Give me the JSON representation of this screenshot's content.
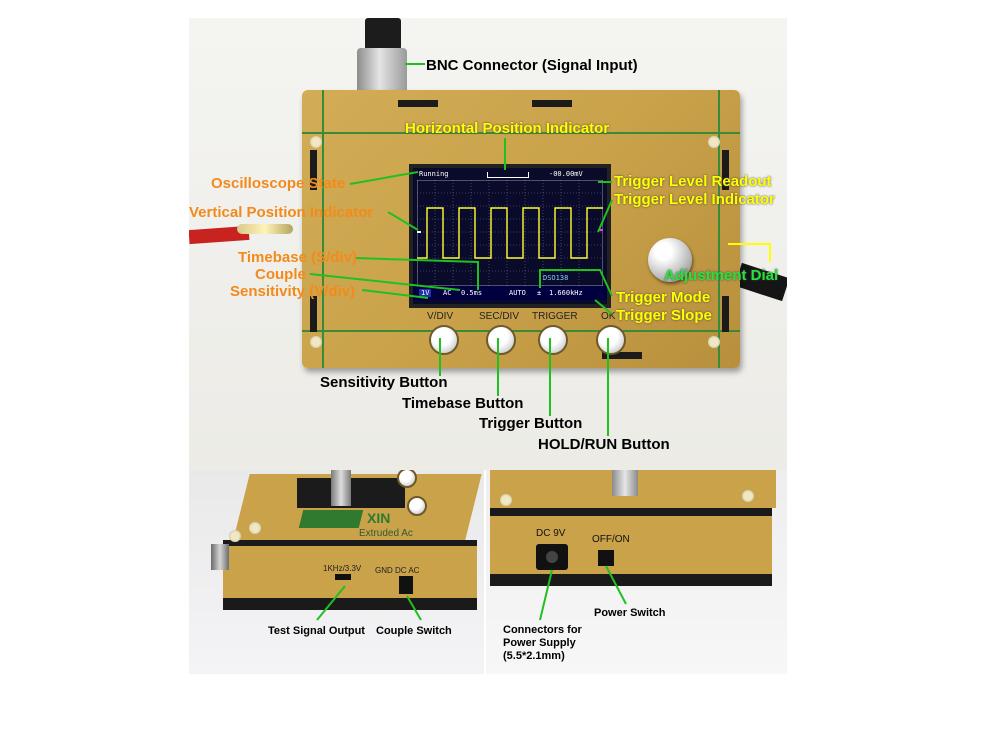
{
  "top_labels": {
    "bnc": "BNC Connector (Signal Input)",
    "horizontal_position": "Horizontal Position Indicator",
    "oscilloscope_state": "Oscilloscope State",
    "trigger_level_readout": "Trigger Level Readout",
    "trigger_level_indicator": "Trigger Level Indicator",
    "vertical_position": "Vertical Position Indicator",
    "timebase": "Timebase (S/div)",
    "couple": "Couple",
    "sensitivity": "Sensitivity (V/div)",
    "adjustment_dial": "Adjustment Dial",
    "trigger_mode": "Trigger Mode",
    "trigger_slope": "Trigger Slope",
    "sensitivity_button": "Sensitivity Button",
    "timebase_button": "Timebase Button",
    "trigger_button": "Trigger Button",
    "hold_run_button": "HOLD/RUN Button"
  },
  "device_buttons": [
    "V/DIV",
    "SEC/DIV",
    "TRIGGER",
    "OK"
  ],
  "screen": {
    "state": "Running",
    "trigger_level": "-00.00mV",
    "sensitivity": "1V",
    "couple": "AC",
    "timebase": "0.5ms",
    "mode": "AUTO",
    "slope": "±",
    "frequency": "1.660kHz",
    "model": "DSO138"
  },
  "bottom_left": {
    "test_signal_output": "Test Signal Output",
    "couple_switch": "Couple Switch",
    "panel_text_1": "1KHz/3.3V",
    "panel_text_2": "GND DC AC",
    "board_brand": "XIN",
    "board_sub": "Extruded Ac"
  },
  "bottom_right": {
    "power_switch": "Power Switch",
    "power_connector": "Connectors for Power Supply (5.5*2.1mm)",
    "dc_label": "DC 9V",
    "switch_label": "OFF/ON"
  },
  "colors": {
    "board": "#c9a24a",
    "yellow_label": "#ffff00",
    "orange_label": "#f28a1c",
    "green_label": "#27e23a",
    "screen_bg": "#0a0a2a",
    "waveform": "#ffff33"
  }
}
